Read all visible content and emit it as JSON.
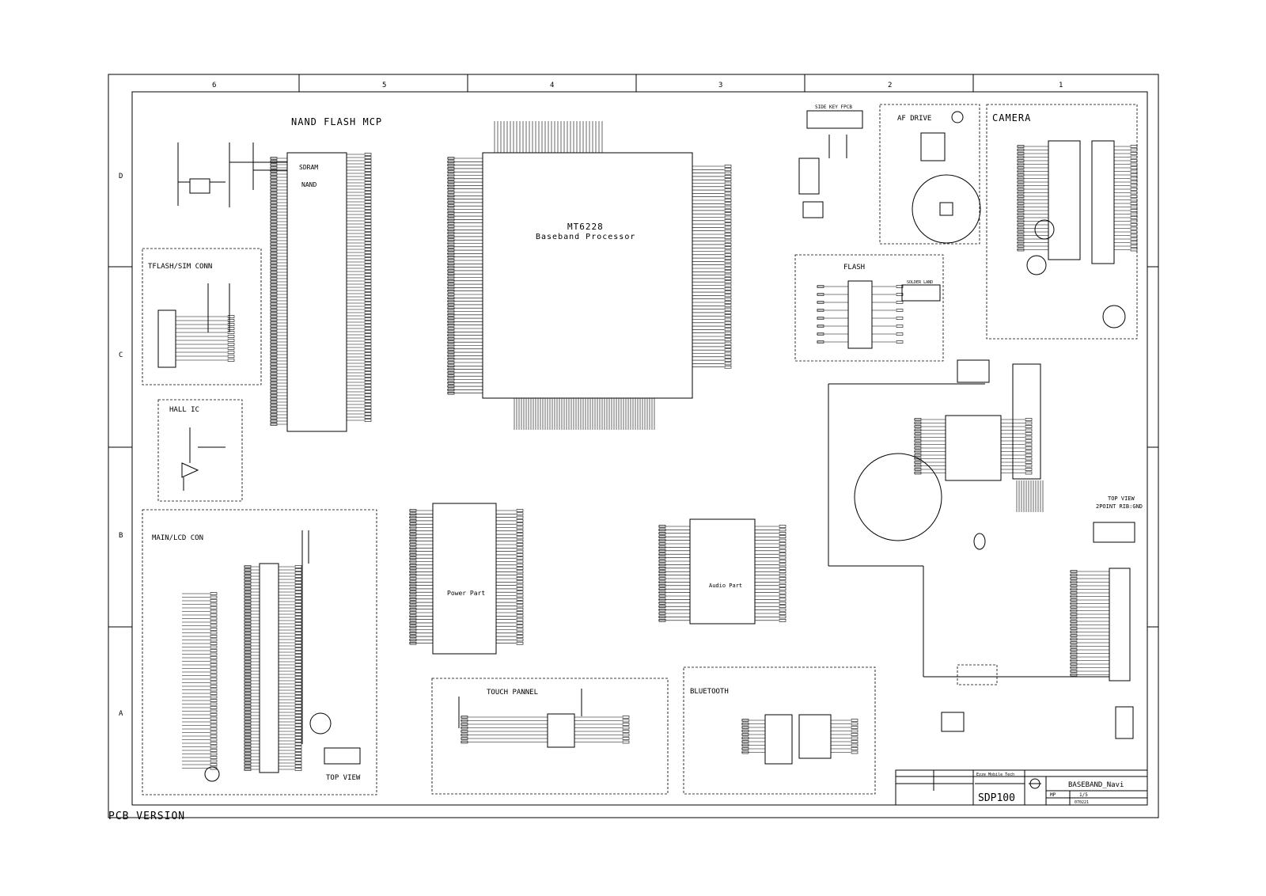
{
  "frame": {
    "columns": [
      "6",
      "5",
      "4",
      "3",
      "2",
      "1"
    ],
    "rows": [
      "D",
      "C",
      "B",
      "A"
    ]
  },
  "blocks": {
    "nand": {
      "title": "NAND FLASH MCP",
      "sdram": "SDRAM",
      "nand": "NAND"
    },
    "tflash": {
      "title": "TFLASH/SIM CONN"
    },
    "hall": {
      "title": "HALL IC"
    },
    "mainlcd": {
      "title": "MAIN/LCD CON",
      "topview": "TOP VIEW"
    },
    "cpu": {
      "title1": "MT6228",
      "title2": "Baseband Processor"
    },
    "power": {
      "label": "Power Part"
    },
    "audio": {
      "label": "Audio Part"
    },
    "touch": {
      "title": "TOUCH PANNEL"
    },
    "bluetooth": {
      "title": "BLUETOOTH"
    },
    "flash": {
      "title": "FLASH",
      "solder": "SOLDER LAND"
    },
    "afdrive": {
      "title": "AF DRIVE"
    },
    "camera": {
      "title": "CAMERA"
    },
    "sidekey": {
      "title": "SIDE KEY FPCB"
    },
    "topview2": {
      "line1": "TOP VIEW",
      "line2": "2POINT RIB:GND"
    }
  },
  "titleblock": {
    "company": "Ezze Mobile Tech",
    "sheet_title": "BASEBAND_Navi",
    "model": "SDP100",
    "page": "1/5",
    "stage": "MP",
    "date": "070221"
  },
  "footer": {
    "pcb_version": "PCB VERSION"
  }
}
